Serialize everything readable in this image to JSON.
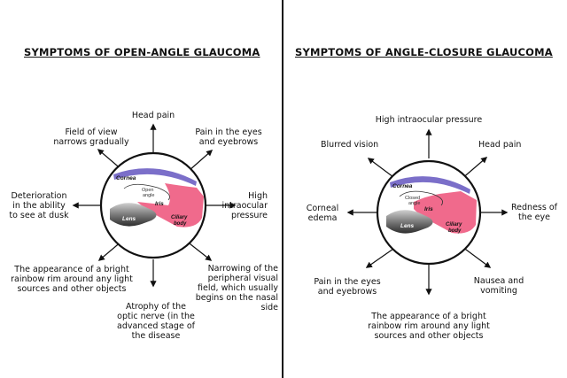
{
  "left": {
    "title": "SYMPTOMS OF OPEN-ANGLE GLAUCOMA",
    "head_pain": "Head pain",
    "field_1": "Field of view",
    "field_2": "narrows gradually",
    "pain_1": "Pain in the eyes",
    "pain_2": "and eyebrows",
    "det_1": "Deterioration",
    "det_2": "in the ability",
    "det_3": "to see at dusk",
    "iop_1": "High",
    "iop_2": "intraocular",
    "iop_3": "pressure",
    "rainbow_1": "The appearance of a bright",
    "rainbow_2": "rainbow rim around any light",
    "rainbow_3": "sources and other objects",
    "narrow_1": "Narrowing of the",
    "narrow_2": "peripheral visual",
    "narrow_3": "field, which usually",
    "narrow_4": "begins on the nasal",
    "narrow_5": "side",
    "atrophy_1": "Atrophy of the",
    "atrophy_2": "optic nerve (in the",
    "atrophy_3": "advanced stage of",
    "atrophy_4": "the disease"
  },
  "right": {
    "title": "SYMPTOMS OF ANGLE-CLOSURE GLAUCOMA",
    "iop": "High intraocular pressure",
    "blurred": "Blurred vision",
    "head_pain": "Head pain",
    "corneal_1": "Corneal",
    "corneal_2": "edema",
    "redness_1": "Redness of",
    "redness_2": "the eye",
    "pain_1": "Pain in the eyes",
    "pain_2": "and eyebrows",
    "nausea_1": "Nausea and",
    "nausea_2": "vomiting",
    "rainbow_1": "The appearance of a bright",
    "rainbow_2": "rainbow rim around any light",
    "rainbow_3": "sources and other objects"
  },
  "diagram_left": {
    "cornea": "Cornea",
    "angle_1": "Open",
    "angle_2": "angle",
    "iris": "Iris",
    "lens": "Lens",
    "ciliary_1": "Ciliary",
    "ciliary_2": "body"
  },
  "diagram_right": {
    "cornea": "Cornea",
    "angle_1": "Closed",
    "angle_2": "angle",
    "iris": "Iris",
    "lens": "Lens",
    "ciliary_1": "Ciliary",
    "ciliary_2": "body"
  },
  "colors": {
    "tissue": "#f06a8c",
    "cornea": "#7b6fc9",
    "lens": "#777777"
  }
}
